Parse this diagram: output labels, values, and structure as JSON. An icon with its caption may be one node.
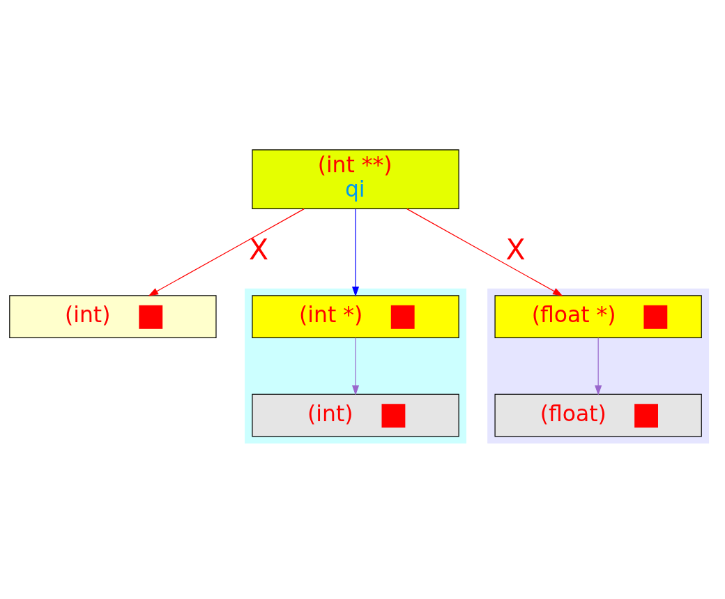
{
  "diagram": {
    "nodes": [
      {
        "text": [
          "(int **)",
          "qi"
        ]
      },
      {
        "text": [
          "(int)"
        ]
      },
      {
        "text": [],
        "shape": "box"
      },
      {
        "text": [
          "(int *)"
        ],
        "in": 2
      },
      {
        "text": [
          "(int)"
        ],
        "in": 2
      },
      {
        "text": [],
        "shape": "box"
      },
      {
        "text": [
          "(float *)"
        ],
        "in": 5
      },
      {
        "text": [
          "(float)"
        ],
        "in": 5
      }
    ],
    "edges": [
      {
        "from": 0,
        "to": 1,
        "arrow": "to",
        "label": "X",
        "color": "#ff0000"
      },
      {
        "from": 0,
        "to": 6,
        "arrow": "to",
        "label": "X",
        "color": "#ff0000"
      },
      {
        "from": 0,
        "to": 3,
        "arrow": "to",
        "color": "#0000ff"
      },
      {
        "from": 3,
        "to": 4,
        "arrow": "to",
        "color": "#9966cc"
      },
      {
        "from": 6,
        "to": 7,
        "arrow": "to",
        "color": "#9966cc"
      }
    ]
  }
}
